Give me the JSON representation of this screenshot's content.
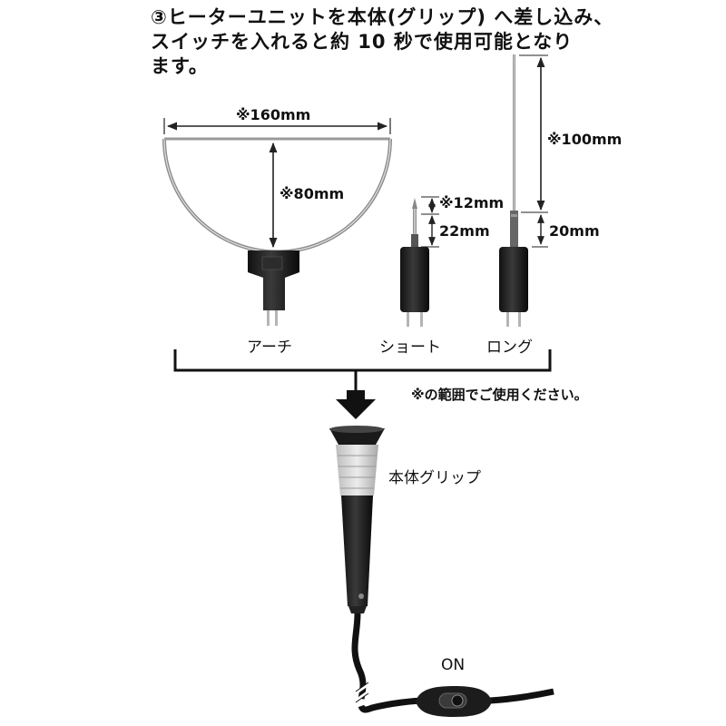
{
  "heading": {
    "line1": "③ヒーターユニットを本体(グリップ) へ差し込み、",
    "line2": "スイッチを入れると約 10 秒で使用可能となり",
    "line3": "ます。"
  },
  "dimensions": {
    "arch_width": "※160mm",
    "arch_height": "※80mm",
    "short_tip": "※12mm",
    "short_body": "22mm",
    "long_rod": "※100mm",
    "long_base": "20mm"
  },
  "units": {
    "arch": "アーチ",
    "short": "ショート",
    "long": "ロング"
  },
  "note": "※の範囲でご使用ください。",
  "grip_label": "本体グリップ",
  "switch_label": "ON"
}
